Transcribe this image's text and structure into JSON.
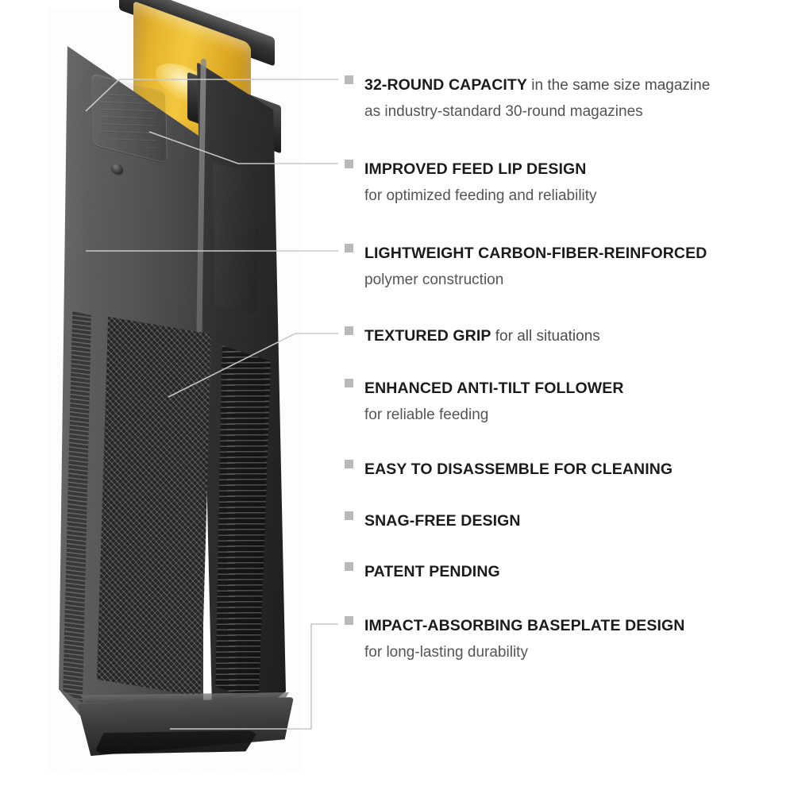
{
  "product": {
    "name": "pmag-rifle-magazine",
    "description": "Black polymer rifle magazine shown at an angle with a yellow anti-tilt follower at the top",
    "colors": {
      "body": "#4a4a4a",
      "body_shadow": "#1b1b1b",
      "follower_yellow": "#f0bf2d",
      "background": "#ffffff"
    }
  },
  "callouts": [
    {
      "id": "capacity",
      "bullet": "square-bullet",
      "heading": "32-ROUND CAPACITY",
      "inline": " in the same size magazine",
      "sub": "as industry-standard 30-round magazines",
      "has_leader": true
    },
    {
      "id": "feed-lip",
      "bullet": "square-bullet",
      "heading": "IMPROVED FEED LIP DESIGN",
      "inline": "",
      "sub": "for optimized feeding and reliability",
      "has_leader": true
    },
    {
      "id": "polymer",
      "bullet": "square-bullet",
      "heading": "LIGHTWEIGHT CARBON-FIBER-REINFORCED",
      "inline": "",
      "sub": "polymer construction",
      "has_leader": true
    },
    {
      "id": "grip",
      "bullet": "square-bullet",
      "heading": "TEXTURED GRIP",
      "inline": " for all situations",
      "sub": "",
      "has_leader": true
    },
    {
      "id": "follower",
      "bullet": "square-bullet",
      "heading": "ENHANCED ANTI-TILT FOLLOWER",
      "inline": "",
      "sub": "for reliable feeding",
      "has_leader": false
    },
    {
      "id": "disassemble",
      "bullet": "square-bullet",
      "heading": "EASY TO DISASSEMBLE FOR CLEANING",
      "inline": "",
      "sub": "",
      "has_leader": false
    },
    {
      "id": "snag-free",
      "bullet": "square-bullet",
      "heading": "SNAG-FREE DESIGN",
      "inline": "",
      "sub": "",
      "has_leader": false
    },
    {
      "id": "patent",
      "bullet": "square-bullet",
      "heading": "PATENT PENDING",
      "inline": "",
      "sub": "",
      "has_leader": false
    },
    {
      "id": "baseplate",
      "bullet": "square-bullet",
      "heading": "IMPACT-ABSORBING BASEPLATE DESIGN",
      "inline": "",
      "sub": "for long-lasting durability",
      "has_leader": true
    }
  ],
  "style": {
    "leader_color": "#c9c9c9",
    "bullet_color": "#b9b9b9",
    "heading_color": "#1b1b1b",
    "body_text_color": "#555555"
  }
}
